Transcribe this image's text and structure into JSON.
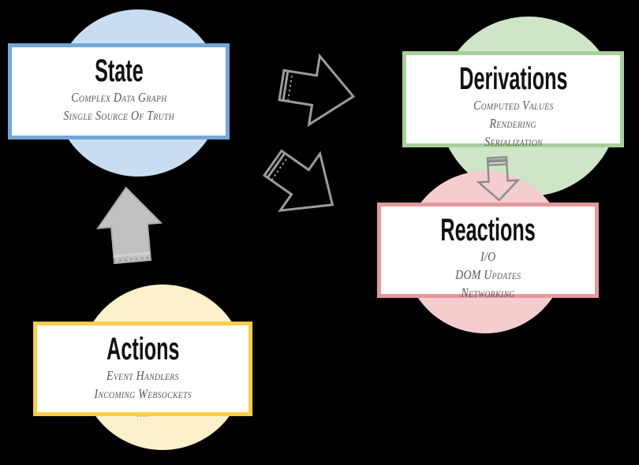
{
  "diagram": {
    "title": "MobX unidirectional data flow diagram",
    "background_color": "#000000",
    "nodes": {
      "state": {
        "title": "State",
        "lines": [
          "Complex Data Graph",
          "Single Source Of Truth"
        ],
        "circle_color": "#c9ddf1",
        "border_color": "#74a7d8"
      },
      "derivations": {
        "title": "Derivations",
        "lines": [
          "Computed Values",
          "Rendering",
          "Serialization"
        ],
        "circle_color": "#cfe5c8",
        "border_color": "#a9cf9d"
      },
      "reactions": {
        "title": "Reactions",
        "lines": [
          "I/O",
          "DOM Updates",
          "Networking"
        ],
        "circle_color": "#f5cdce",
        "border_color": "#e5989c"
      },
      "actions": {
        "title": "Actions",
        "lines": [
          "Event Handlers",
          "Incoming Websockets"
        ],
        "ellipsis": "....",
        "circle_color": "#fcf1ca",
        "border_color": "#f6ce4b"
      }
    },
    "arrows": {
      "outline_color": "#9b9b9b",
      "small_outline_color": "#8d8d8d",
      "solid_fill": "#c1c1c1",
      "solid_stroke": "#b0b0b0",
      "solid_stripe_light": "#d2d2d2",
      "solid_stripe_dark": "#9a9a9a",
      "names": [
        "state-to-derivations",
        "state-to-reactions",
        "derivations-to-reactions",
        "actions-to-state"
      ]
    }
  }
}
